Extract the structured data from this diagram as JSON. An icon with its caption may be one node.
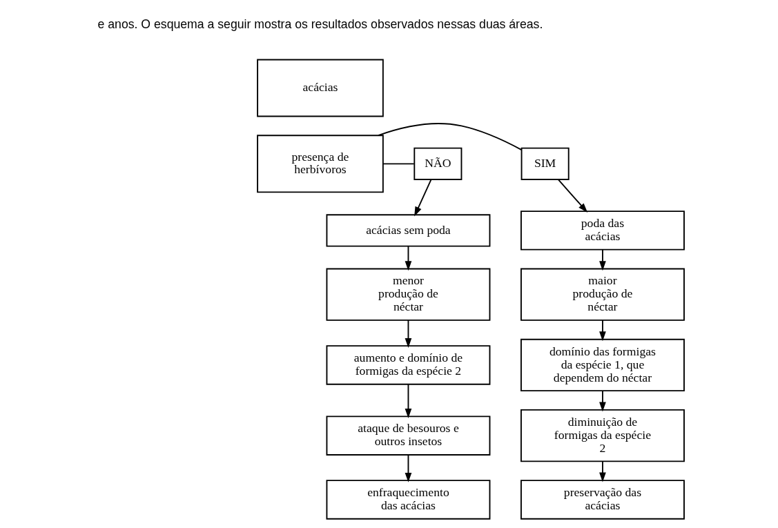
{
  "diagram": {
    "nodes": [
      {
        "text": [
          "acácias"
        ]
      },
      {
        "text": [
          "presença de herbívoros"
        ]
      },
      {
        "text": [
          "SIM"
        ]
      },
      {
        "text": [
          "NÃO"
        ]
      },
      {
        "text": [
          "poda das acácias"
        ]
      },
      {
        "text": [
          "maior produção de néctar"
        ]
      },
      {
        "text": [
          "domínio das formigas da espécie 1, que dependem do néctar"
        ]
      },
      {
        "text": [
          "diminuição de formigas da espécie 2"
        ]
      },
      {
        "text": [
          "preservação das acácias"
        ]
      },
      {
        "text": [
          "acácias sem poda"
        ]
      },
      {
        "text": [
          "menor produção de néctar"
        ]
      },
      {
        "text": [
          "aumento e domínio de formigas da espécie 2"
        ]
      },
      {
        "text": [
          "ataque de besouros e outros insetos"
        ]
      },
      {
        "text": [
          "enfraquecimento das acácias"
        ]
      }
    ],
    "edges": [
      {
        "from": 1,
        "to": 2,
        "arrow": "none"
      },
      {
        "from": 2,
        "to": 4,
        "arrow": "to"
      },
      {
        "from": 1,
        "to": 3,
        "arrow": "none"
      },
      {
        "from": 3,
        "to": 9,
        "arrow": "to"
      },
      {
        "from": 4,
        "to": 5,
        "arrow": "to"
      },
      {
        "from": 5,
        "to": 6,
        "arrow": "to"
      },
      {
        "from": 6,
        "to": 7,
        "arrow": "to"
      },
      {
        "from": 7,
        "to": 8,
        "arrow": "to"
      },
      {
        "from": 9,
        "to": 10,
        "arrow": "to"
      },
      {
        "from": 10,
        "to": 11,
        "arrow": "to"
      },
      {
        "from": 11,
        "to": 12,
        "arrow": "to"
      },
      {
        "from": 12,
        "to": 13,
        "arrow": "to"
      }
    ],
    "labels": [
      "e anos. O esquema a seguir mostra os resultados observados nessas duas áreas."
    ]
  }
}
